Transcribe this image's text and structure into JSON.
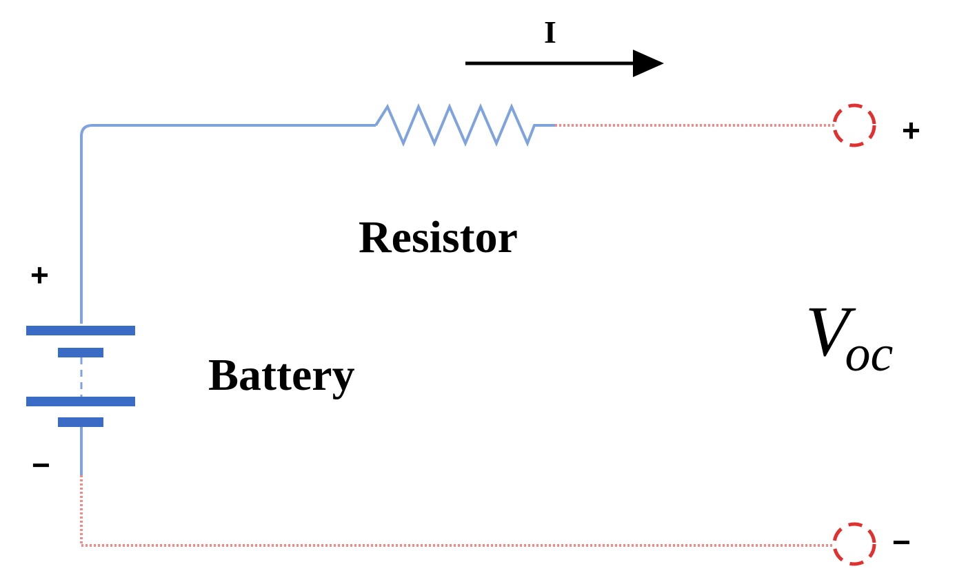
{
  "labels": {
    "current": "I",
    "resistor": "Resistor",
    "battery": "Battery",
    "voltage_main": "V",
    "voltage_sub": "oc",
    "battery_plus": "+",
    "battery_minus": "−",
    "terminal_plus": "+",
    "terminal_minus": "−"
  },
  "colors": {
    "wire": "#7fa3dc",
    "battery_plate": "#3a6cc5",
    "open_terminal": "#e03030",
    "open_wire": "#f28a8a",
    "arrow": "#000000",
    "text": "#000000"
  },
  "icons": {
    "current_direction": "right-arrow-icon",
    "resistor_symbol": "zigzag-resistor-icon",
    "battery_symbol": "battery-cells-icon",
    "terminal_symbol": "open-circle-terminal-icon"
  }
}
